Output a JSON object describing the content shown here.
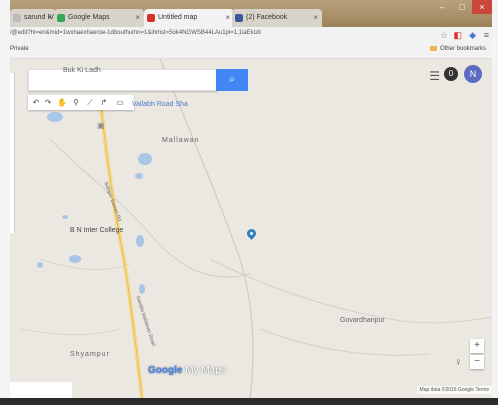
{
  "browser": {
    "tabs": [
      {
        "label": "sarund IV",
        "favicon_color": "#bbbbbb"
      },
      {
        "label": "Google Maps",
        "favicon_color": "#34a853"
      },
      {
        "label": "Untitled map",
        "favicon_color": "#d93025"
      },
      {
        "label": "(2) Facebook",
        "favicon_color": "#3b5998"
      }
    ],
    "url": "/@edit?hl=en&mid=1wxhaexhaeroe-1dbouthumn=1&ihmst=5ok4NGWSB44LAu1pl=1,1iaEkizil",
    "bookmarks": {
      "apps": "Private",
      "other": "Other bookmarks"
    }
  },
  "map": {
    "search": {
      "placeholder": "",
      "button_icon": "search-icon"
    },
    "labels": {
      "village_top": "Buk Ki Ladh",
      "school": "Vallabh Road Sha",
      "mallawan": "Mallawan",
      "college": "B N Inter College",
      "govardhanpur": "Govardhanpur",
      "shyampur": "Shyampur",
      "road_a": "Sidhpur Bawan Rd",
      "road_b": "Sandila Mallawan Road"
    },
    "notification_count": "0",
    "avatar_initial": "N",
    "zoom_in": "+",
    "zoom_out": "−",
    "brand_google": "Google",
    "brand_product": "My Maps",
    "attribution": "Map data ©2016 Google   Terms"
  }
}
